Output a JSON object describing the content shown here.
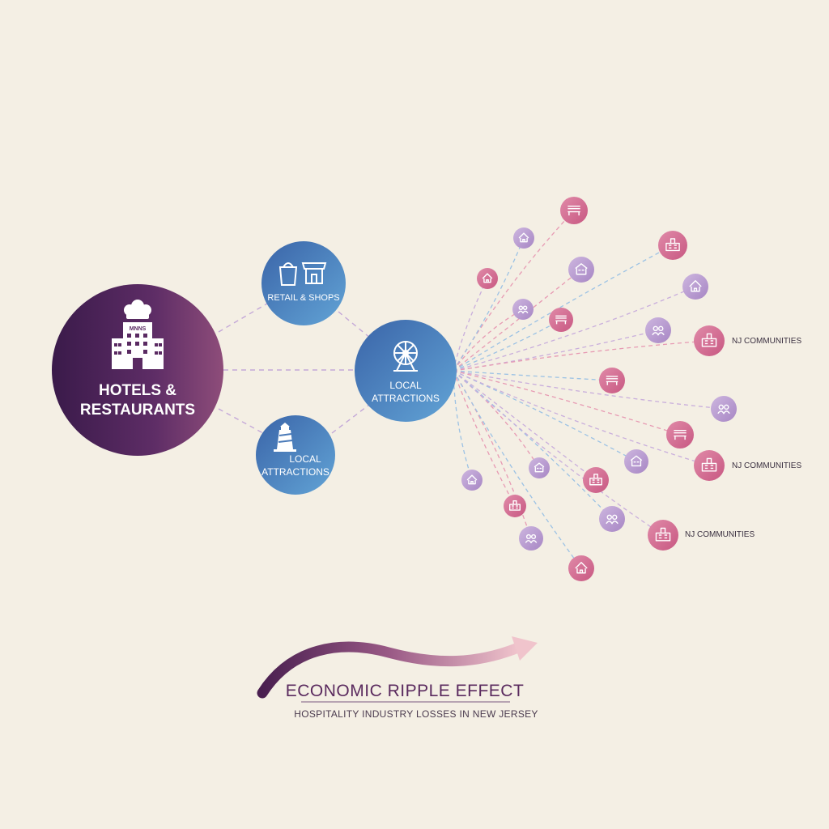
{
  "nodes": {
    "hub": {
      "line1": "HOTELS &",
      "line2": "RESTAURANTS",
      "icon": "hotel-chef-icon",
      "sign": "MNNS"
    },
    "retail": {
      "label": "RETAIL & SHOPS",
      "icon": "shopping-icon"
    },
    "attractions_center": {
      "line1": "LOCAL",
      "line2": "ATTRACTIONS",
      "icon": "ferris-wheel-icon"
    },
    "attractions_lower": {
      "line1": "LOCAL",
      "line2": "ATTRACTIONS",
      "icon": "lighthouse-icon"
    }
  },
  "community_labels": [
    "NJ COMMUNITIES",
    "NJ COMMUNITIES",
    "NJ COMMUNITIES"
  ],
  "title": "ECONOMIC RIPPLE EFFECT",
  "subtitle": "HOSPITALITY INDUSTRY LOSSES IN NEW JERSEY",
  "colors": {
    "background": "#f4efe4",
    "hub_dark": "#3f1d4d",
    "hub_light": "#8a4a78",
    "blue_dark": "#3f6fb0",
    "blue_light": "#5b9bd0",
    "pink": "#d26d92",
    "lavender": "#b89ad0"
  }
}
